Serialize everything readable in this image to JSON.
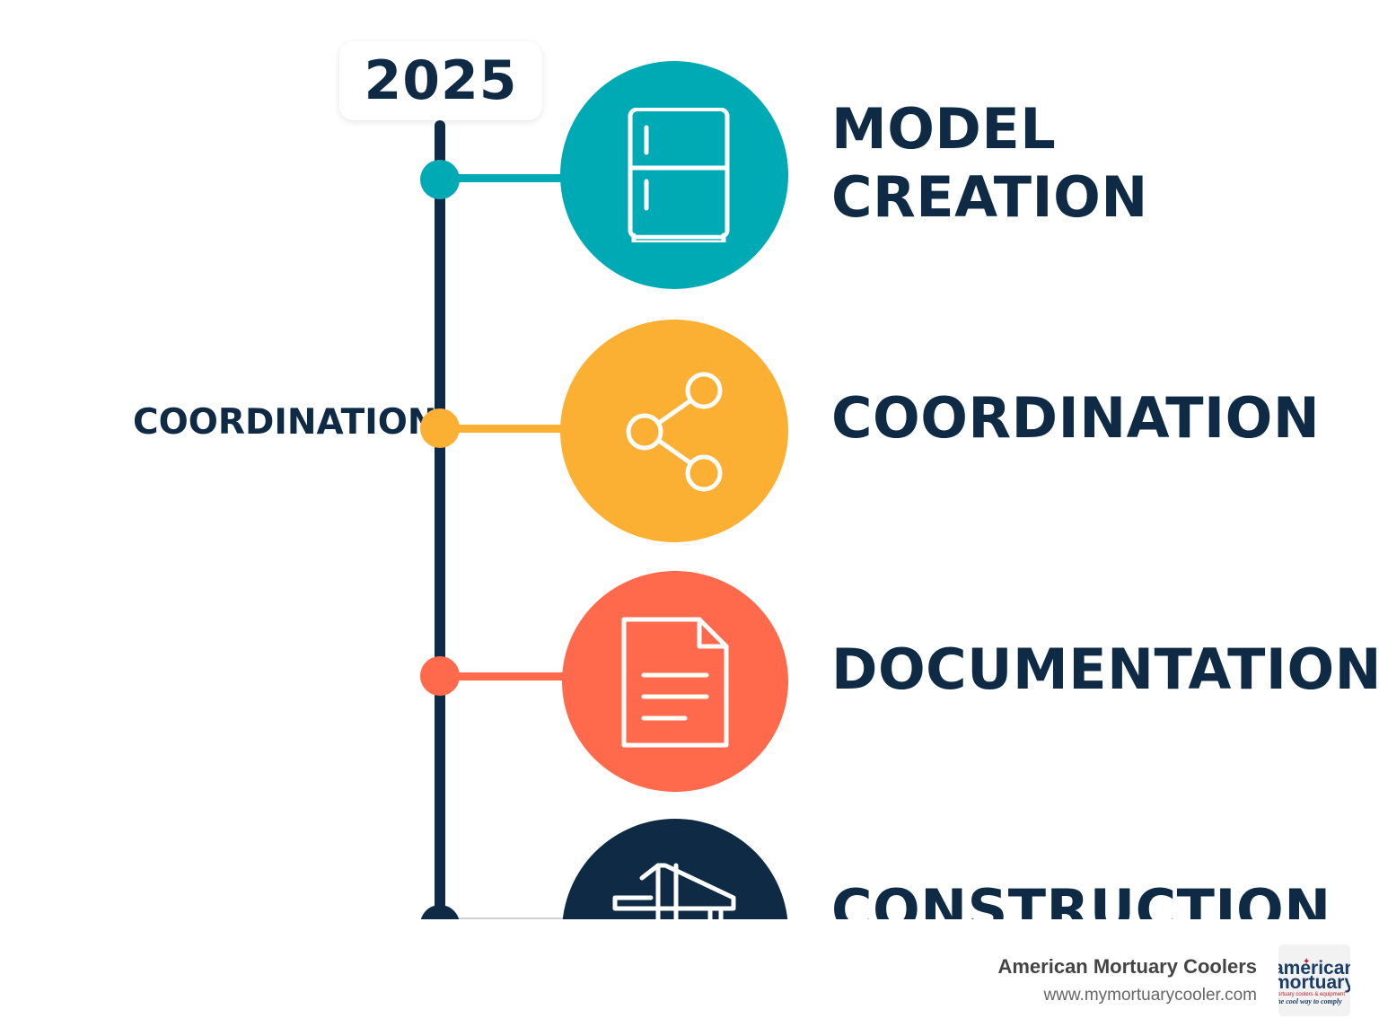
{
  "timeline": {
    "year": "2025",
    "side_label": "COORDINATION",
    "stages": [
      {
        "title_line1": "MODEL",
        "title_line2": "CREATION",
        "icon": "refrigerator-icon",
        "color": "#00aab5"
      },
      {
        "title": "COORDINATION",
        "icon": "share-icon",
        "color": "#fbb034"
      },
      {
        "title": "DOCUMENTATION",
        "icon": "document-icon",
        "color": "#ff6a4d"
      },
      {
        "title": "CONSTRUCTION",
        "icon": "crane-icon",
        "color": "#0f2a45"
      }
    ],
    "line_color": "#0f2a45"
  },
  "footer": {
    "company_name": "American Mortuary Coolers",
    "website": "www.mymortuarycooler.com",
    "logo": {
      "line1": "american",
      "line2": "mortuary",
      "line3": "mortuary coolers & equipment",
      "line4": "the cool way to comply"
    }
  }
}
